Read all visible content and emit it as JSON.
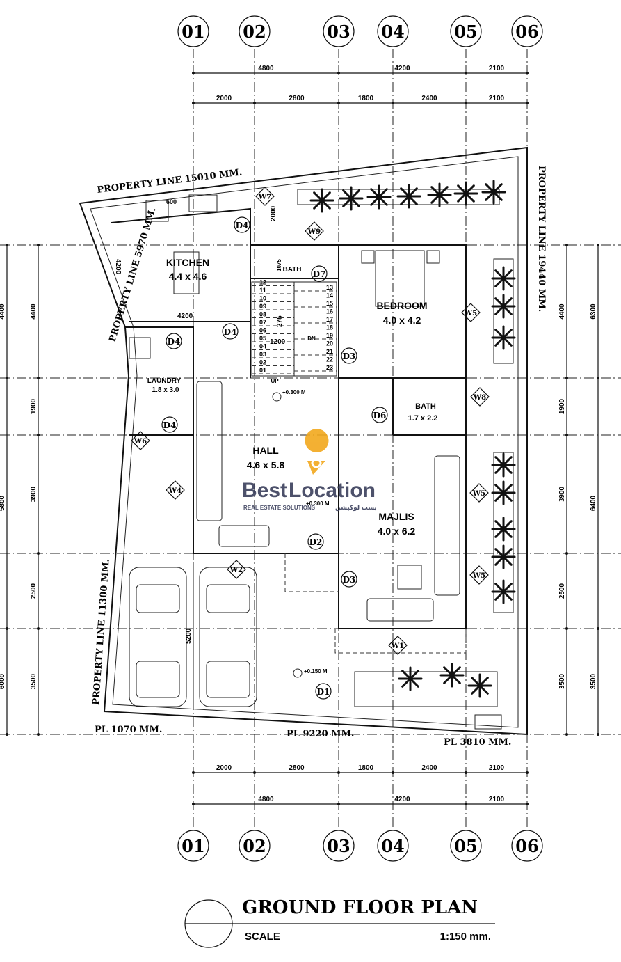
{
  "grid_columns": [
    "01",
    "02",
    "03",
    "04",
    "05",
    "06"
  ],
  "dims_top_outer": [
    "4800",
    "4200",
    "2100"
  ],
  "dims_top_inner": [
    "2000",
    "2800",
    "1800",
    "2400",
    "2100"
  ],
  "dims_bottom_inner": [
    "2000",
    "2800",
    "1800",
    "2400",
    "2100"
  ],
  "dims_bottom_outer": [
    "4800",
    "4200",
    "2100"
  ],
  "dims_left_outer": [
    "4400",
    "5800",
    "6000"
  ],
  "dims_left_inner": [
    "4400",
    "1900",
    "3900",
    "2500",
    "3500"
  ],
  "dims_right_inner": [
    "4400",
    "1900",
    "3900",
    "2500",
    "3500"
  ],
  "dims_right_outer": [
    "6300",
    "6400",
    "3500"
  ],
  "property_lines": {
    "top": "PROPERTY LINE 15010 MM.",
    "left_upper": "PROPERTY LINE 5970 MM.",
    "right": "PROPERTY LINE 19440 MM.",
    "left_lower": "PROPERTY LINE 11300 MM.",
    "pl_left": "PL 1070 MM.",
    "pl_mid": "PL 9220 MM.",
    "pl_right": "PL 3810 MM."
  },
  "rooms": {
    "kitchen": {
      "name": "KITCHEN",
      "size": "4.4 x 4.6"
    },
    "laundry": {
      "name": "LAUNDRY",
      "size": "1.8 x 3.0"
    },
    "hall": {
      "name": "HALL",
      "size": "4.6 x 5.8"
    },
    "bedroom": {
      "name": "BEDROOM",
      "size": "4.0 x 4.2"
    },
    "bath_small": {
      "name": "BATH"
    },
    "bath": {
      "name": "BATH",
      "size": "1.7 x 2.2"
    },
    "majlis": {
      "name": "MAJLIS",
      "size": "4.0 x 6.2"
    }
  },
  "inner_dims": {
    "kitchen_w": "4200",
    "kitchen_h": "4200",
    "stair_gap": "2000",
    "car": "5200",
    "tread": "275",
    "stair_w": "1200",
    "bath_w": "1075",
    "kitchen_counter": "600"
  },
  "levels": {
    "hall": "+0.300 M",
    "majlis": "+0.300 M",
    "outside": "+0.150 M"
  },
  "doors": [
    "D1",
    "D2",
    "D3",
    "D3",
    "D4",
    "D4",
    "D4",
    "D4",
    "D6",
    "D7"
  ],
  "windows": [
    "W1",
    "W2",
    "W4",
    "W5",
    "W5",
    "W5",
    "W6",
    "W7",
    "W8",
    "W9"
  ],
  "stairs": {
    "up_label": "UP",
    "down_label": "DN",
    "left_steps": [
      "01",
      "02",
      "03",
      "04",
      "05",
      "06",
      "07",
      "08",
      "09",
      "10",
      "11",
      "12"
    ],
    "right_steps": [
      "13",
      "14",
      "15",
      "16",
      "17",
      "18",
      "19",
      "20",
      "21",
      "22",
      "23"
    ]
  },
  "watermark": {
    "brand_a": "Best",
    "brand_b": "Location",
    "tagline": "REAL ESTATE SOLUTIONS",
    "arabic": "بست لوكيشن",
    "accent": "#F2A81D",
    "navy": "#3A3F5C"
  },
  "title_block": {
    "title": "GROUND FLOOR PLAN",
    "scale_label": "SCALE",
    "scale_value": "1:150 mm."
  }
}
